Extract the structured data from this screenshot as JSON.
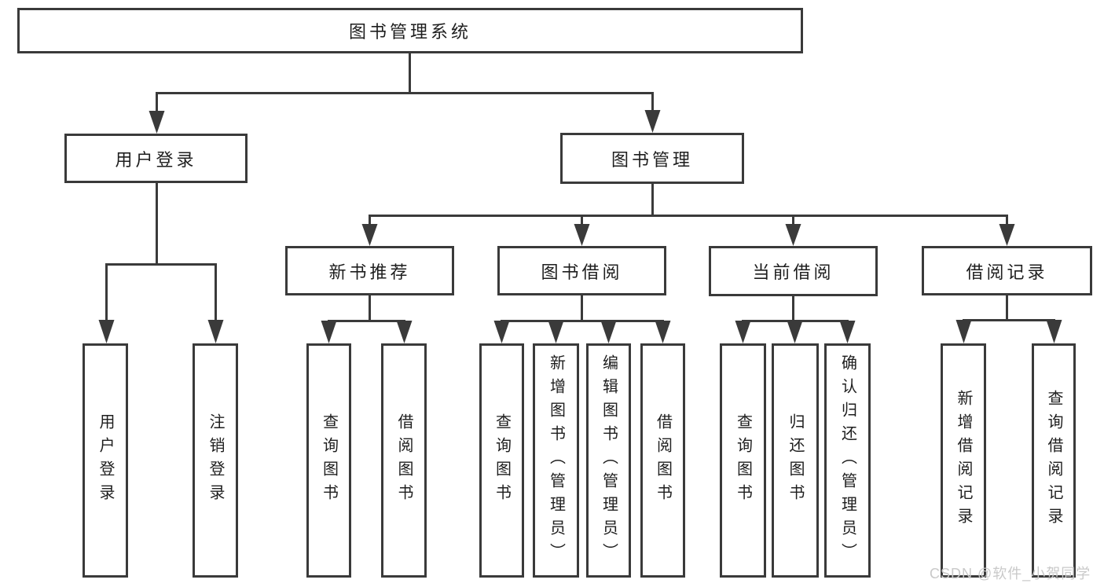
{
  "tree": {
    "label": "图书管理系统",
    "children": [
      {
        "label": "用户登录",
        "children": [
          {
            "label": "用户登录"
          },
          {
            "label": "注销登录"
          }
        ]
      },
      {
        "label": "图书管理",
        "children": [
          {
            "label": "新书推荐",
            "children": [
              {
                "label": "查询图书"
              },
              {
                "label": "借阅图书"
              }
            ]
          },
          {
            "label": "图书借阅",
            "children": [
              {
                "label": "查询图书"
              },
              {
                "label": "新增图书（管理员）"
              },
              {
                "label": "编辑图书（管理员）"
              },
              {
                "label": "借阅图书"
              }
            ]
          },
          {
            "label": "当前借阅",
            "children": [
              {
                "label": "查询图书"
              },
              {
                "label": "归还图书"
              },
              {
                "label": "确认归还（管理员）"
              }
            ]
          },
          {
            "label": "借阅记录",
            "children": [
              {
                "label": "新增借阅记录"
              },
              {
                "label": "查询借阅记录"
              }
            ]
          }
        ]
      }
    ]
  },
  "watermark": {
    "text": "CSDN @软件_小贺同学"
  },
  "colors": {
    "line": "#3a3a3a",
    "text": "#1e1e1e",
    "watermark": "#c9c9c9",
    "background": "#ffffff"
  }
}
